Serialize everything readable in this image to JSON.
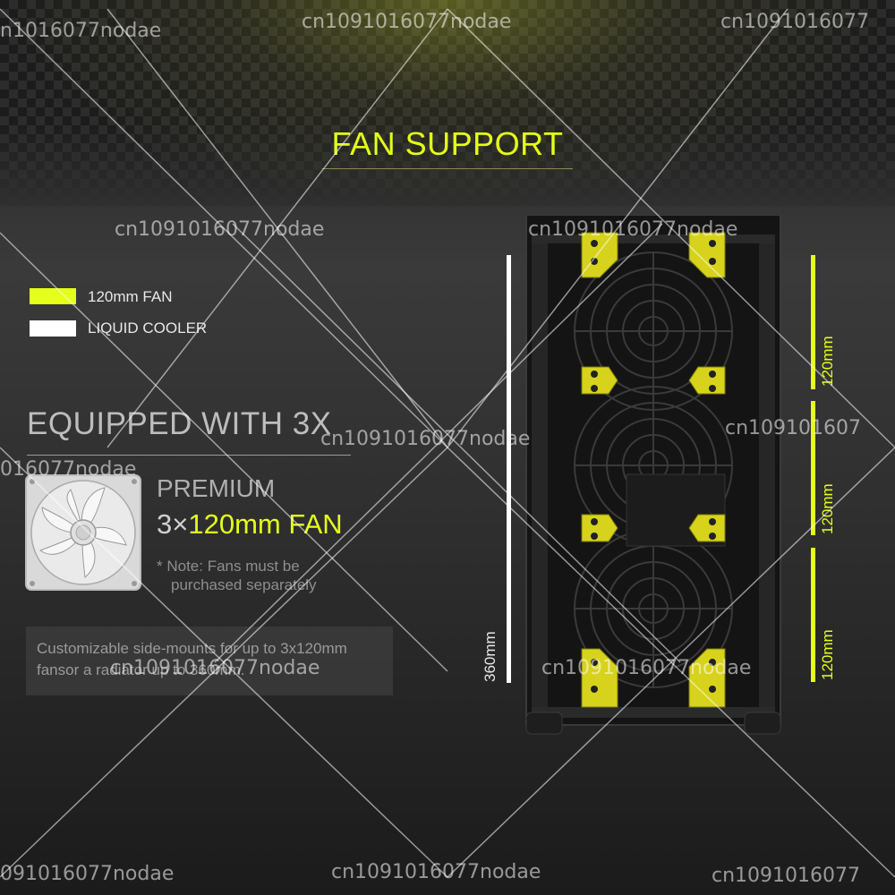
{
  "title": "FAN SUPPORT",
  "legend": [
    {
      "label": "120mm FAN",
      "color": "#e4ff1a"
    },
    {
      "label": "LIQUID COOLER",
      "color": "#ffffff"
    }
  ],
  "headline": "EQUIPPED WITH 3X",
  "feature": {
    "premium": "PREMIUM",
    "fan_prefix": "3×",
    "fan_highlight": "120mm FAN",
    "note_line1": "* Note: Fans must be",
    "note_line2": "purchased separately"
  },
  "description": {
    "line1": "Customizable side-mounts for up to 3x120mm",
    "line2": "fansor a radiator up to 360mm."
  },
  "dimensions": {
    "total_label": "360mm",
    "segments": [
      "120mm",
      "120mm",
      "120mm"
    ]
  },
  "watermarks": [
    "n1016077nodae",
    "cn1091016077nodae",
    "cn1091016077",
    "cn1091016077nodae",
    "cn1091016077nodae",
    "cn109101607",
    "016077nodae",
    "cn1091016077nodae",
    "cn1091016077nodae",
    "091016077nodae",
    "cn1091016077nodae",
    "cn1091016077"
  ],
  "colors": {
    "accent": "#e4ff1a",
    "case": "#1e1e1e"
  },
  "icons": [
    "fan-icon"
  ]
}
